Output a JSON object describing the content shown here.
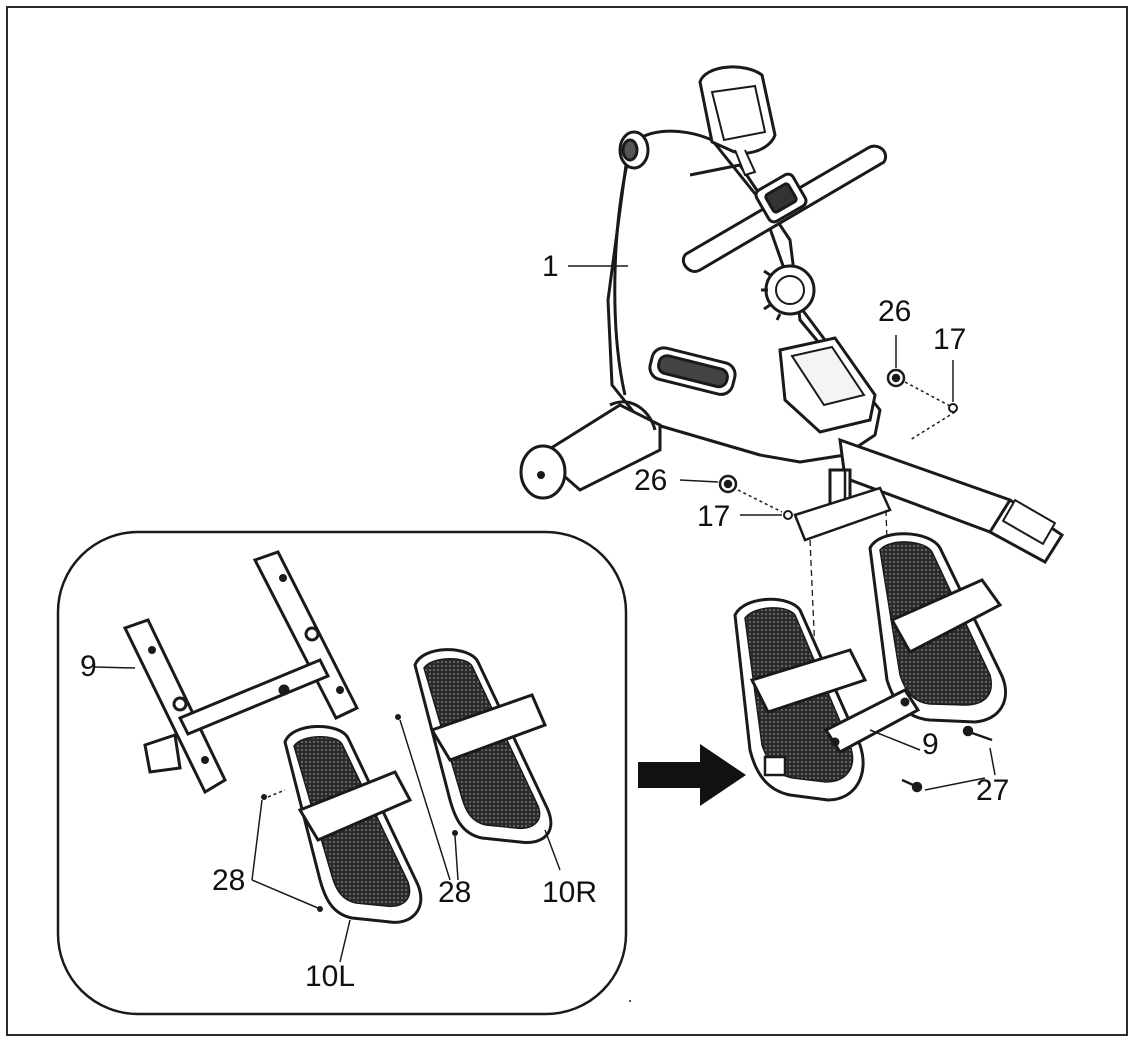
{
  "callouts": {
    "main_frame": "1",
    "nut_top": "26",
    "washer_top": "17",
    "nut_mid": "26",
    "washer_mid": "17",
    "bar_inset": "9",
    "screws_inset_left": "28",
    "screws_inset_right": "28",
    "pedal_left": "10L",
    "pedal_right": "10R",
    "bar_assembled": "9",
    "bolts": "27"
  },
  "colors": {
    "line": "#1a1a1a",
    "pedal_tread": "#2b2b2b",
    "background": "#ffffff"
  }
}
